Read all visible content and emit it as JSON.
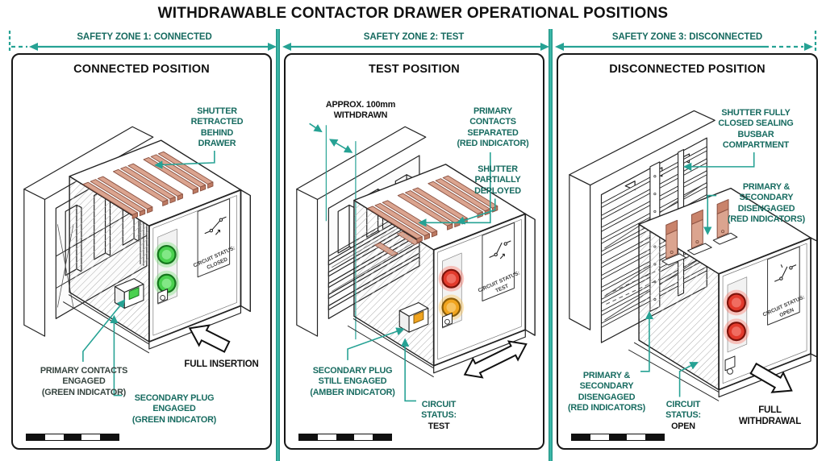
{
  "title": "WITHDRAWABLE CONTACTOR DRAWER OPERATIONAL POSITIONS",
  "zones": [
    {
      "label": "SAFETY ZONE 1: CONNECTED"
    },
    {
      "label": "SAFETY ZONE 2: TEST"
    },
    {
      "label": "SAFETY ZONE 3: DISCONNECTED"
    }
  ],
  "colors": {
    "teal_line": "#26a294",
    "teal_text": "#176b60",
    "copper": "#dba48f",
    "green_indicator": "#4ad14f",
    "red_indicator": "#e23a2c",
    "amber_indicator": "#f0a41f"
  },
  "panels": [
    {
      "title": "CONNECTED POSITION",
      "callouts": {
        "shutter": {
          "lines": [
            "SHUTTER",
            "RETRACTED",
            "BEHIND",
            "DRAWER"
          ]
        },
        "primary": {
          "lines": [
            "PRIMARY CONTACTS",
            "ENGAGED",
            "(GREEN INDICATOR)"
          ]
        },
        "secondary": {
          "lines": [
            "SECONDARY PLUG",
            "ENGAGED",
            "(GREEN INDICATOR)"
          ]
        }
      },
      "movement_label": "FULL INSERTION",
      "front_panel": {
        "status_label": "CIRCUIT STATUS:",
        "status_value": "CLOSED"
      }
    },
    {
      "title": "TEST POSITION",
      "callouts": {
        "dimension": {
          "lines": [
            "APPROX. 100mm",
            "WITHDRAWN"
          ]
        },
        "primary": {
          "lines": [
            "PRIMARY",
            "CONTACTS",
            "SEPARATED",
            "(RED INDICATOR)"
          ]
        },
        "shutter": {
          "lines": [
            "SHUTTER",
            "PARTIALLY",
            "DEPLOYED"
          ]
        },
        "secondary": {
          "lines": [
            "SECONDARY PLUG",
            "STILL ENGAGED",
            "(AMBER INDICATOR)"
          ]
        },
        "circuit": {
          "lines": [
            "CIRCUIT",
            "STATUS:",
            "TEST"
          ]
        }
      },
      "front_panel": {
        "status_label": "CIRCUIT STATUS:",
        "status_value": "TEST"
      }
    },
    {
      "title": "DISCONNECTED POSITION",
      "callouts": {
        "shutter": {
          "lines": [
            "SHUTTER FULLY",
            "CLOSED SEALING",
            "BUSBAR",
            "COMPARTMENT"
          ]
        },
        "disengaged_right": {
          "lines": [
            "PRIMARY &",
            "SECONDARY",
            "DISENGAGED",
            "(RED INDICATORS)"
          ]
        },
        "disengaged_left": {
          "lines": [
            "PRIMARY &",
            "SECONDARY",
            "DISENGAGED",
            "(RED INDICATORS)"
          ]
        },
        "circuit": {
          "lines": [
            "CIRCUIT",
            "STATUS:",
            "OPEN"
          ]
        }
      },
      "movement_label_lines": [
        "FULL",
        "WITHDRAWAL"
      ],
      "front_panel": {
        "status_label": "CIRCUIT STATUS:",
        "status_value": "OPEN"
      }
    }
  ]
}
